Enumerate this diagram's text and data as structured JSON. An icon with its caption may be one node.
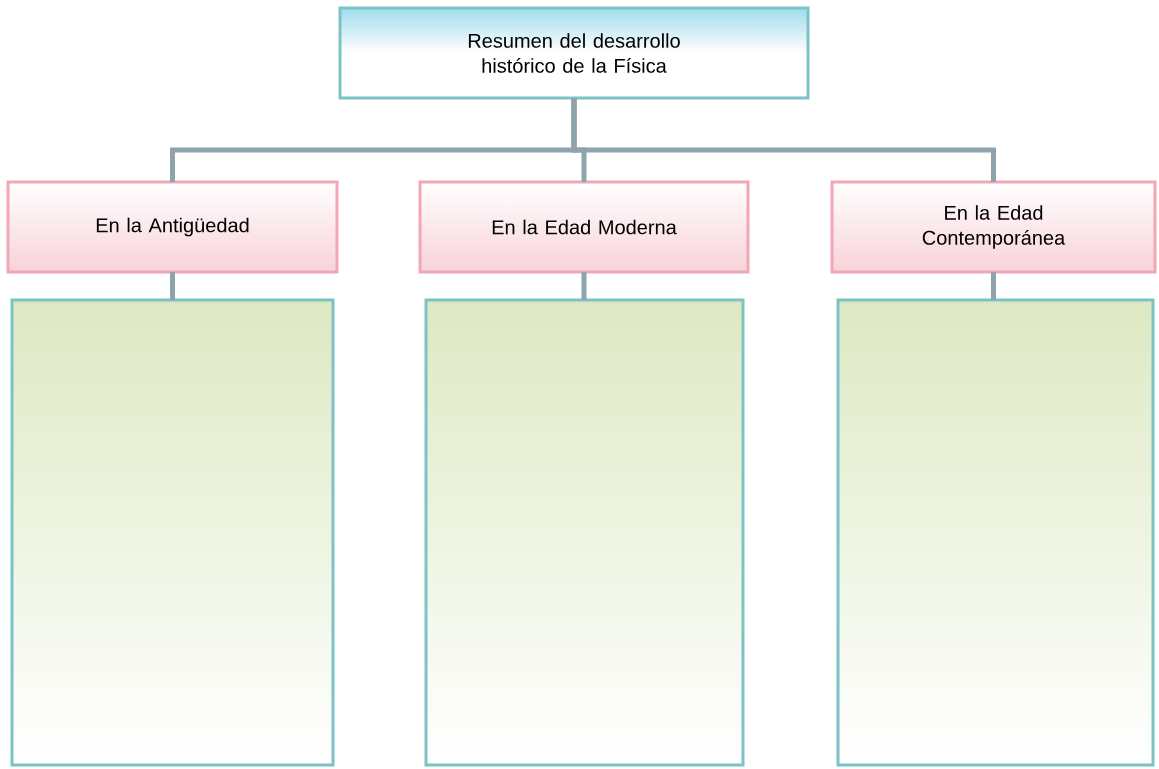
{
  "diagram": {
    "nodes": [
      {
        "text": [
          "Resumen del desarrollo histórico de la Física"
        ]
      },
      {
        "text": [
          "En la Antigüedad"
        ]
      },
      {
        "text": [
          "En la Edad Moderna"
        ]
      },
      {
        "text": [
          "En la Edad Contemporánea"
        ]
      },
      {
        "text": [],
        "shape": "box"
      },
      {
        "text": [],
        "shape": "box"
      },
      {
        "text": [],
        "shape": "box"
      }
    ],
    "edges": [
      {
        "from": 0,
        "to": 1,
        "arrow": "none"
      },
      {
        "from": 0,
        "to": 2,
        "arrow": "none"
      },
      {
        "from": 0,
        "to": 3,
        "arrow": "none"
      },
      {
        "from": 1,
        "to": 4,
        "arrow": "none"
      },
      {
        "from": 2,
        "to": 5,
        "arrow": "none"
      },
      {
        "from": 3,
        "to": 6,
        "arrow": "none"
      }
    ]
  }
}
